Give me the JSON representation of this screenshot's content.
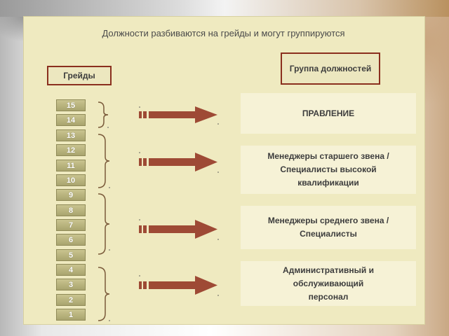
{
  "title": "Должности разбиваются на грейды и могут группируются",
  "headers": {
    "grades": "Грейды",
    "group": "Группа должностей"
  },
  "grades": [
    "15",
    "14",
    "13",
    "12",
    "11",
    "10",
    "9",
    "8",
    "7",
    "6",
    "5",
    "4",
    "3",
    "2",
    "1"
  ],
  "groups": [
    {
      "label": "ПРАВЛЕНИЕ",
      "grades": [
        "15",
        "14"
      ]
    },
    {
      "label": "Менеджеры старшего звена /\nСпециалисты высокой\nквалификации",
      "grades": [
        "13",
        "12",
        "11",
        "10"
      ]
    },
    {
      "label": "Менеджеры среднего звена /\nСпециалисты",
      "grades": [
        "9",
        "8",
        "7",
        "6",
        "5"
      ]
    },
    {
      "label": "Административный  и\nобслуживающий\nперсонал",
      "grades": [
        "4",
        "3",
        "2",
        "1"
      ]
    }
  ],
  "colors": {
    "panel": "#efeac0",
    "arrow": "#9e4a35",
    "border": "#8a2f1e",
    "grade_tile": "#b8b37e"
  }
}
